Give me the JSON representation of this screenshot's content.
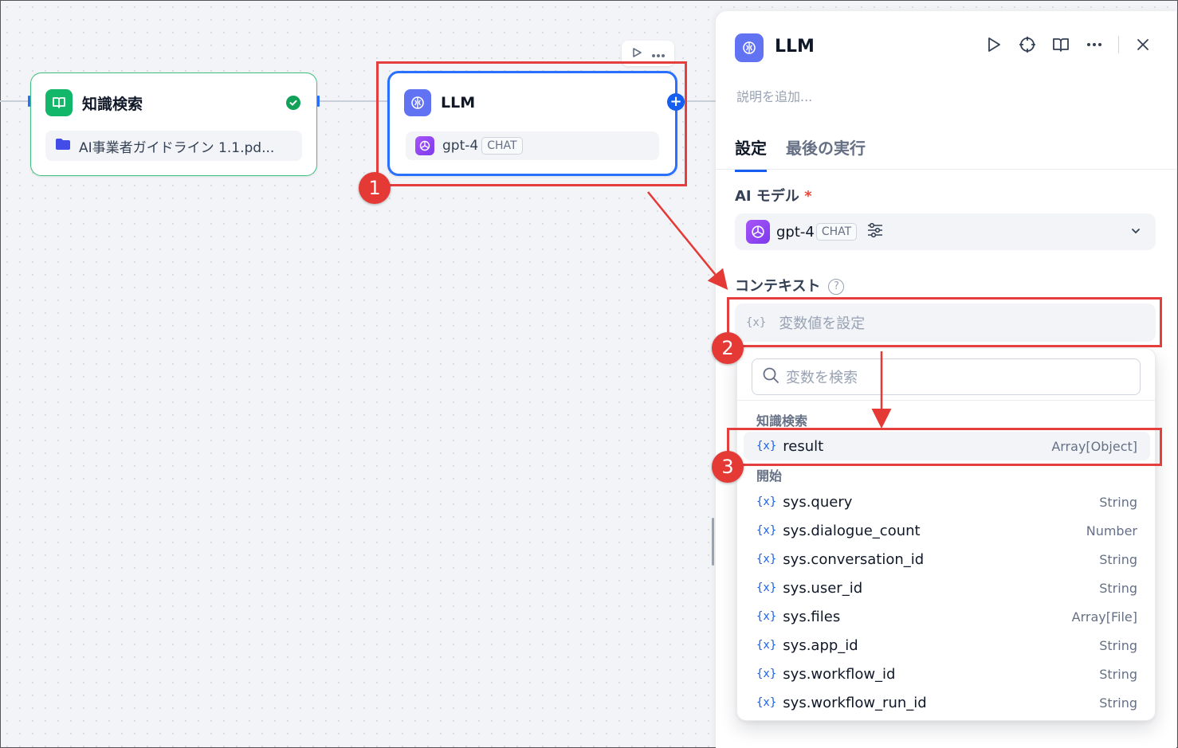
{
  "canvas": {
    "knowledge_node": {
      "title": "知識検索",
      "file": "AI事業者ガイドライン 1.1.pd..."
    },
    "llm_node": {
      "title": "LLM",
      "model": "gpt-4",
      "model_tag": "CHAT"
    }
  },
  "panel": {
    "title": "LLM",
    "description_placeholder": "説明を追加...",
    "tabs": [
      "設定",
      "最後の実行"
    ],
    "ai_model_label": "AI モデル",
    "required_mark": "*",
    "model": "gpt-4",
    "model_tag": "CHAT",
    "context_label": "コンテキスト",
    "help_glyph": "?",
    "variable_placeholder": "変数値を設定",
    "var_glyph": "{x}"
  },
  "dropdown": {
    "search_placeholder": "変数を検索",
    "groups": [
      {
        "label": "知識検索",
        "items": [
          {
            "name": "result",
            "type": "Array[Object]"
          }
        ]
      },
      {
        "label": "開始",
        "items": [
          {
            "name": "sys.query",
            "type": "String"
          },
          {
            "name": "sys.dialogue_count",
            "type": "Number"
          },
          {
            "name": "sys.conversation_id",
            "type": "String"
          },
          {
            "name": "sys.user_id",
            "type": "String"
          },
          {
            "name": "sys.files",
            "type": "Array[File]"
          },
          {
            "name": "sys.app_id",
            "type": "String"
          },
          {
            "name": "sys.workflow_id",
            "type": "String"
          },
          {
            "name": "sys.workflow_run_id",
            "type": "String"
          }
        ]
      }
    ]
  },
  "annotations": [
    "1",
    "2",
    "3"
  ],
  "colors": {
    "annotation": "#e53935",
    "accent": "#155eef",
    "success": "#12b76a"
  }
}
